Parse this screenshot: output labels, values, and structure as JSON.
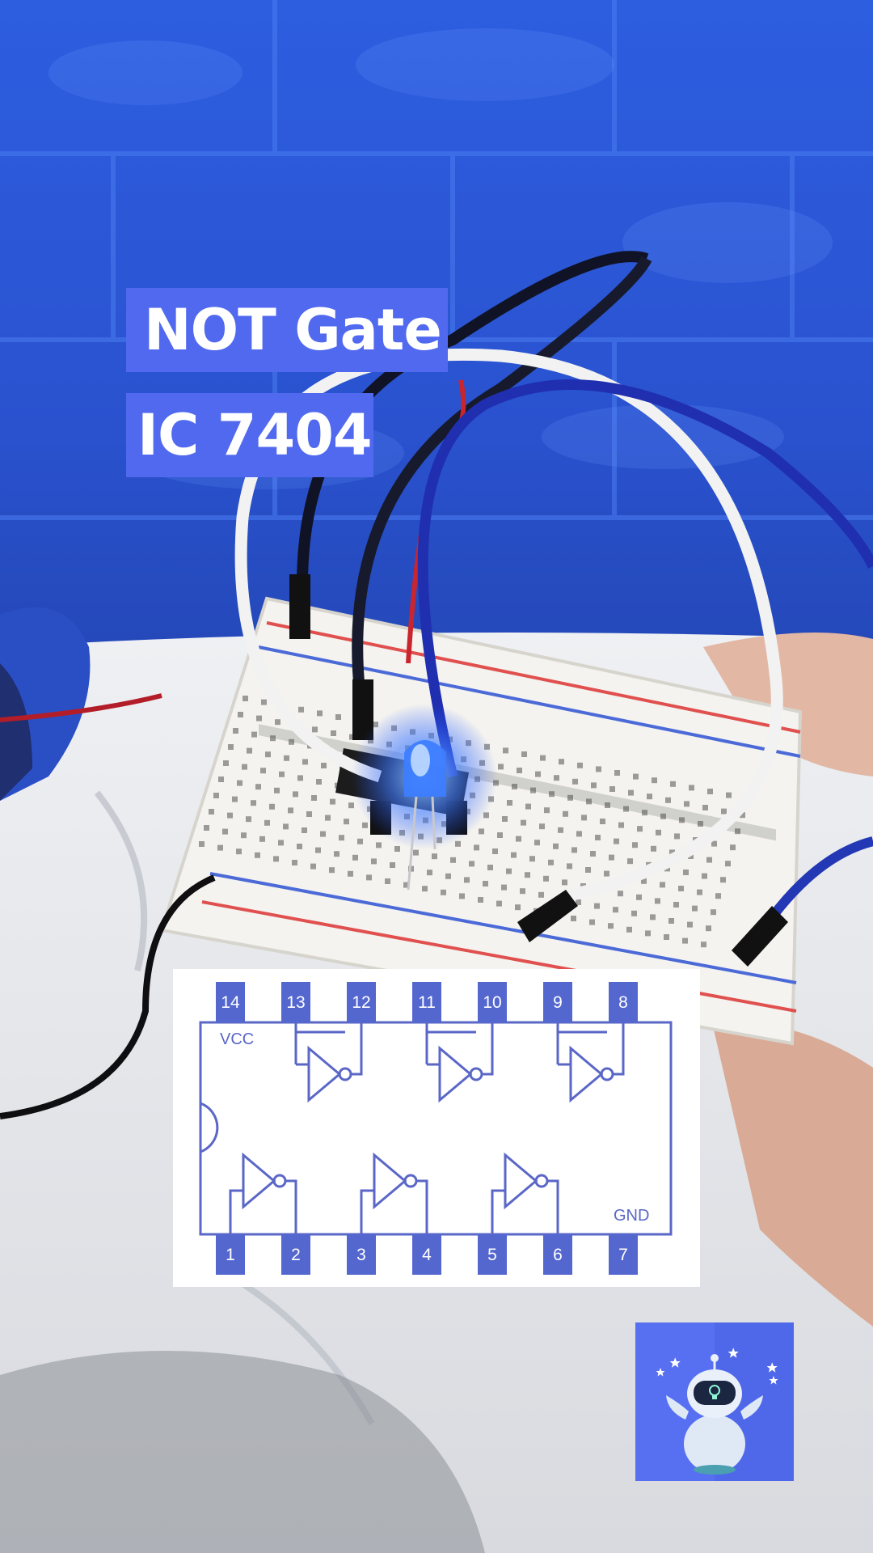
{
  "overlay": {
    "title_line1": "NOT Gate",
    "title_line2": "IC 7404"
  },
  "ic_diagram": {
    "top_pins": [
      "14",
      "13",
      "12",
      "11",
      "10",
      "9",
      "8"
    ],
    "bottom_pins": [
      "1",
      "2",
      "3",
      "4",
      "5",
      "6",
      "7"
    ],
    "vcc_label": "VCC",
    "gnd_label": "GND"
  },
  "colors": {
    "title_bg": "#5069ef",
    "diagram_line": "#5a67c7",
    "pin_fill": "#5467cf",
    "logo_bg": "#5770f2",
    "backdrop_wall": "#2a55d8"
  },
  "icons": {
    "logo": "robot-mascot-icon"
  }
}
